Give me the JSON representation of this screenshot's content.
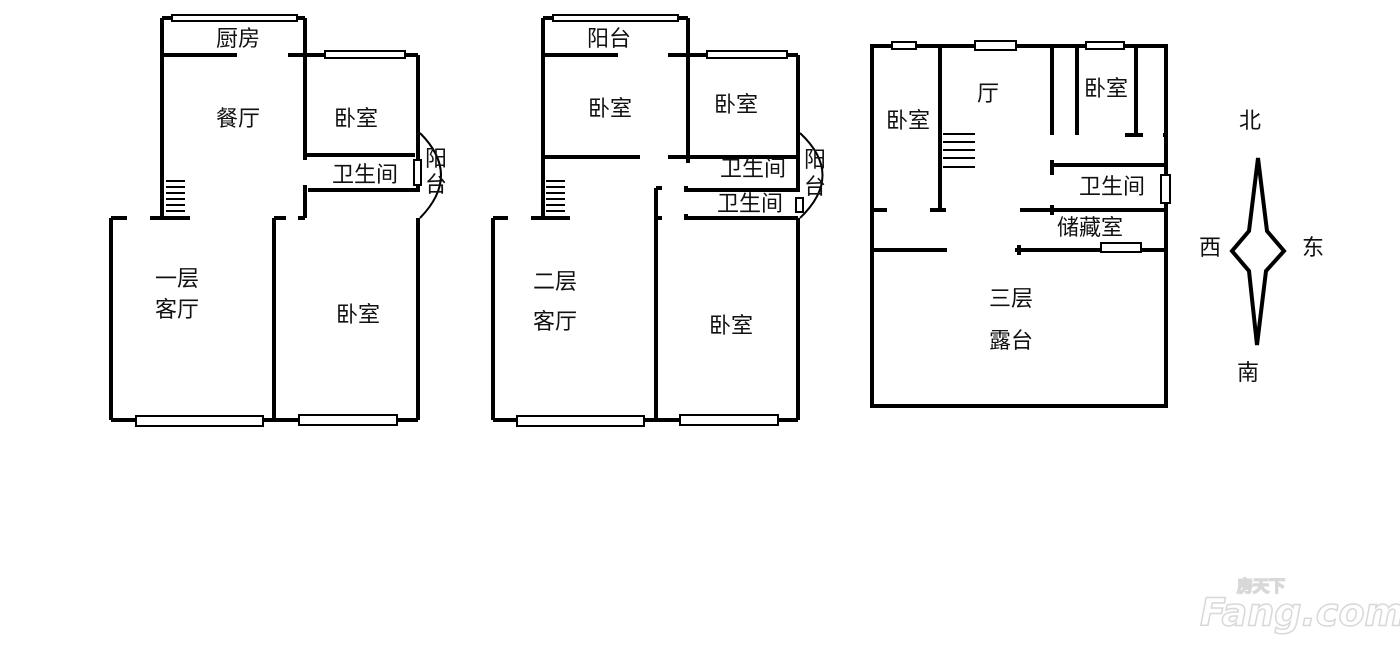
{
  "floor1": {
    "kitchen": "厨房",
    "dining": "餐厅",
    "bedroom_north": "卧室",
    "bathroom": "卫生间",
    "balcony_1": "阳",
    "balcony_2": "台",
    "floor_label": "一层",
    "living": "客厅",
    "bedroom_south": "卧室"
  },
  "floor2": {
    "balcony_north": "阳台",
    "bedroom_nw": "卧室",
    "bedroom_ne": "卧室",
    "bathroom_1": "卫生间",
    "bathroom_2": "卫生间",
    "balcony_1": "阳",
    "balcony_2": "台",
    "floor_label": "二层",
    "living": "客厅",
    "bedroom_south": "卧室"
  },
  "floor3": {
    "bedroom_west": "卧室",
    "hall": "厅",
    "bedroom_east": "卧室",
    "bathroom": "卫生间",
    "storage": "储藏室",
    "floor_label": "三层",
    "terrace": "露台"
  },
  "compass": {
    "north": "北",
    "south": "南",
    "east": "东",
    "west": "西"
  },
  "watermark": {
    "cn": "房天下",
    "en": "Fang.com"
  }
}
